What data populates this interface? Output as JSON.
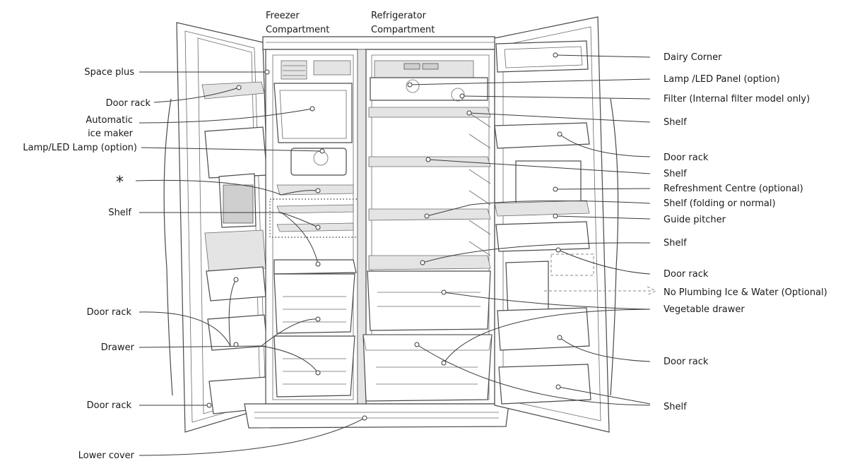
{
  "top_labels": {
    "freezer": [
      "Freezer",
      "Compartment"
    ],
    "refrigerator": [
      "Refrigerator",
      "Compartment"
    ]
  },
  "left_labels": {
    "space_plus": "Space plus",
    "door_rack_1": "Door rack",
    "automatic_ice_maker": [
      "Automatic",
      "ice maker"
    ],
    "lamp_led_lamp": "Lamp/LED Lamp (option)",
    "asterisk": "*",
    "shelf": "Shelf",
    "door_rack_2": "Door rack",
    "drawer": "Drawer",
    "door_rack_3": "Door rack",
    "lower_cover": "Lower cover"
  },
  "right_labels": {
    "dairy_corner": "Dairy Corner",
    "lamp_led_panel": "Lamp /LED Panel (option)",
    "filter": "Filter (Internal filter model only)",
    "shelf_1": "Shelf",
    "door_rack_1": "Door rack",
    "shelf_2": "Shelf",
    "refreshment_centre": "Refreshment Centre (optional)",
    "shelf_folding": "Shelf (folding or normal)",
    "guide_pitcher": "Guide pitcher",
    "shelf_3": "Shelf",
    "door_rack_2": "Door rack",
    "no_plumbing": "No Plumbing Ice & Water (Optional)",
    "vegetable_drawer": "Vegetable drawer",
    "door_rack_3": "Door rack",
    "shelf_4": "Shelf"
  }
}
